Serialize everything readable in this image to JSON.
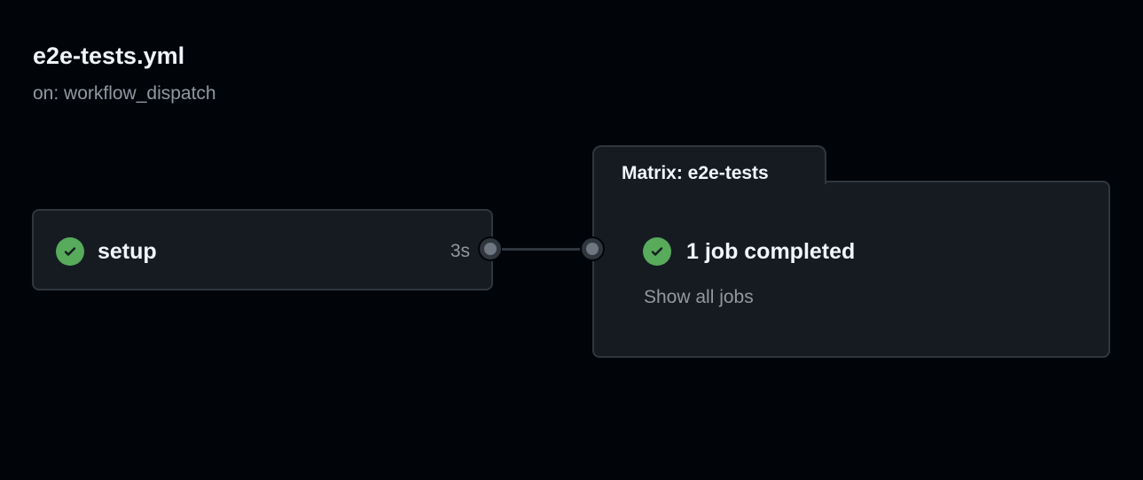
{
  "workflow": {
    "title": "e2e-tests.yml",
    "trigger": "on: workflow_dispatch"
  },
  "jobs": [
    {
      "name": "setup",
      "duration": "3s",
      "status": "success"
    }
  ],
  "matrix": {
    "title": "Matrix: e2e-tests",
    "status_text": "1 job completed",
    "show_all_label": "Show all jobs",
    "status": "success"
  },
  "colors": {
    "background": "#010409",
    "card": "#161b22",
    "border": "#30363d",
    "success": "#57ab5a",
    "muted": "#9198a1"
  },
  "icons": {
    "status": "check-circle-icon"
  }
}
